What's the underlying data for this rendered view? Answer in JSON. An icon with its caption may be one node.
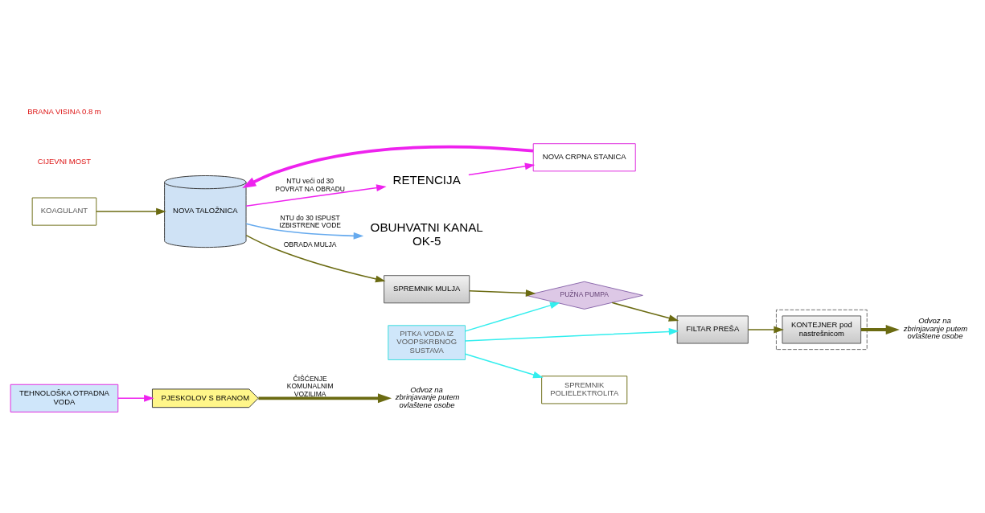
{
  "diagram": {
    "nodes": [
      {
        "text": [
          "TEHNOLOŠKA OTPADNA VODA"
        ]
      },
      {
        "text": [
          "KOAGULANT"
        ]
      },
      {
        "text": [
          "NOVA CRPNA STANICA"
        ]
      },
      {
        "text": [
          "NOVA TALOŽNICA"
        ]
      },
      {
        "text": [
          "PJESKOLOV S BRANOM"
        ]
      },
      {
        "text": [
          "RETENCIJA"
        ]
      },
      {
        "text": [
          "OBUHVATNI KANAL OK-5"
        ]
      },
      {
        "text": [
          "SPREMNIK MULJA"
        ]
      },
      {
        "text": [
          "PUŽNA PUMPA"
        ]
      },
      {
        "text": [
          "FILTAR PREŠA"
        ]
      },
      {
        "text": [],
        "shape": "house"
      },
      {
        "text": [
          "KONTEJNER pod nastrešnicom"
        ],
        "in": 10
      },
      {
        "text": [
          "Odvoz na zbrinjavanje putem ovlaštene osobe"
        ]
      },
      {
        "text": [
          "Odvoz na zbrinjavanje putem ovlaštene osobe"
        ]
      },
      {
        "text": [
          "SPREMNIK POLIELEKTROLITA"
        ]
      },
      {
        "text": [
          "PITKA VODA IZ VOOPSKRBNOG SUSTAVA"
        ]
      }
    ],
    "edges": [
      {
        "from": 0,
        "to": 4,
        "arrow": "to",
        "color": "#ee22ee"
      },
      {
        "from": 1,
        "to": 3,
        "arrow": "to"
      },
      {
        "from": 2,
        "to": 3,
        "arrow": "to",
        "color": "#ee22ee",
        "style": "thick"
      },
      {
        "from": 3,
        "to": 5,
        "arrow": "to",
        "color": "#ee22ee",
        "label": "NTU veći od 30 POVRAT NA OBRADU"
      },
      {
        "from": 3,
        "to": 6,
        "arrow": "to",
        "color": "#66aaee",
        "label": "NTU do 30 ISPUST IZBISTRENE VODE"
      },
      {
        "from": 5,
        "to": 2,
        "arrow": "to",
        "color": "#ee22ee"
      },
      {
        "from": 3,
        "to": 7,
        "arrow": "to",
        "label": "OBRADA MULJA"
      },
      {
        "from": 4,
        "to": 13,
        "arrow": "to",
        "style": "thick",
        "label": "ČIŠĆENJE KOMUNALNIM VOZILIMA"
      },
      {
        "from": 7,
        "to": 8,
        "arrow": "to"
      },
      {
        "from": 8,
        "to": 9,
        "arrow": "to"
      },
      {
        "from": 9,
        "to": 11,
        "arrow": "to"
      },
      {
        "from": 11,
        "to": 12,
        "arrow": "to",
        "style": "thick"
      },
      {
        "from": 15,
        "to": 14,
        "arrow": "to",
        "color": "#33eeee"
      },
      {
        "from": 15,
        "to": 8,
        "arrow": "to",
        "color": "#33eeee"
      },
      {
        "from": 15,
        "to": 9,
        "arrow": "to",
        "color": "#33eeee"
      }
    ],
    "labels": [
      "CIJEVNI MOST",
      "BRANA VISINA 0.8 m"
    ]
  }
}
